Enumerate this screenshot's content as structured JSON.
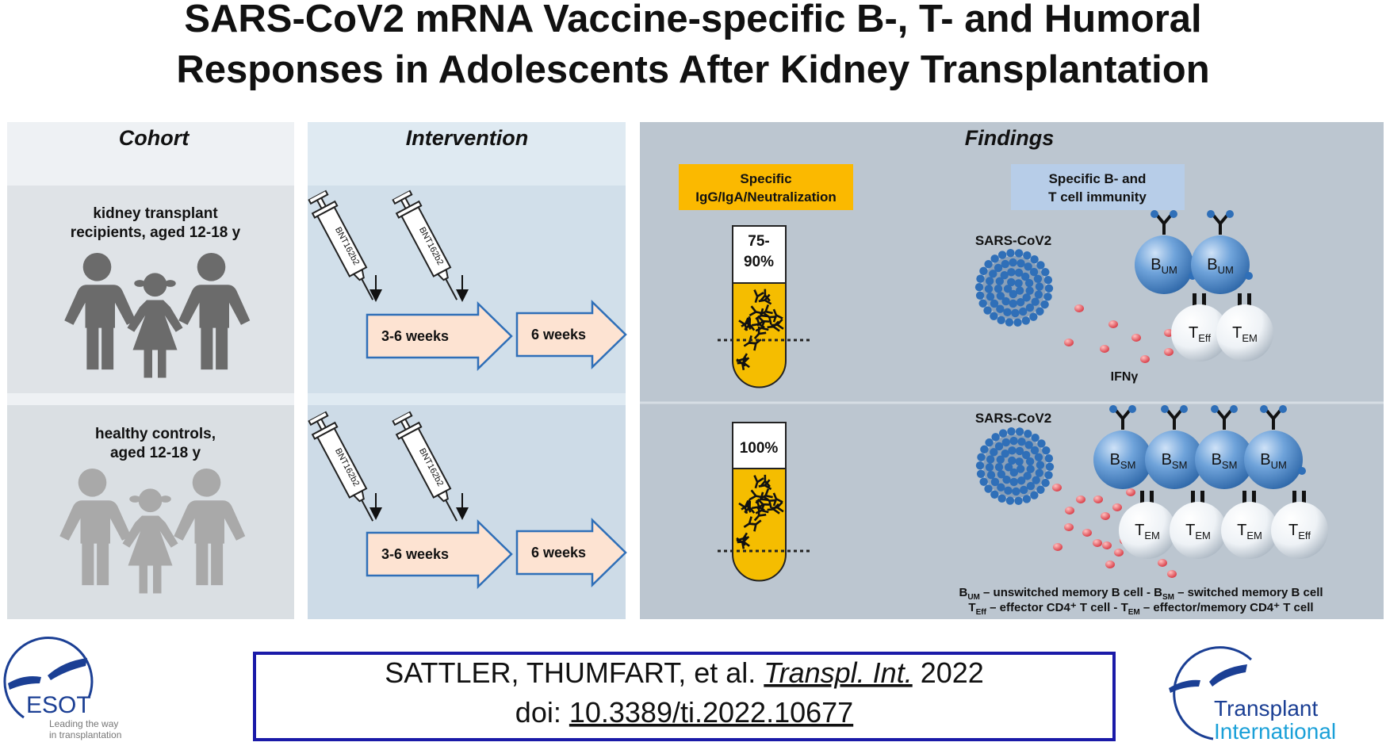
{
  "title": {
    "line1": "SARS-CoV2 mRNA Vaccine-specific B-, T- and Humoral",
    "line2": "Responses in Adolescents After Kidney Transplantation"
  },
  "cohort": {
    "header": "Cohort",
    "groups": [
      {
        "line1": "kidney transplant",
        "line2": "recipients,  aged 12-18 y"
      },
      {
        "line1": "healthy  controls,",
        "line2": "aged 12-18 y"
      }
    ]
  },
  "intervention": {
    "header": "Intervention",
    "vaccine_label": "BNT162b2",
    "arrow1": "3-6 weeks",
    "arrow2": "6 weeks"
  },
  "findings": {
    "header": "Findings",
    "humoral_label": {
      "line1": "Specific",
      "line2": "IgG/IgA/Neutralization"
    },
    "cellular_label": {
      "line1": "Specific  B- and",
      "line2": "T cell  immunity"
    },
    "virus_label": "SARS-CoV2",
    "ifn_label": "IFNγ",
    "row1": {
      "tube_value_line1": "75-",
      "tube_value_line2": "90%",
      "b_cells": [
        {
          "main": "B",
          "sub": "UM"
        },
        {
          "main": "B",
          "sub": "UM"
        }
      ],
      "t_cells": [
        {
          "main": "T",
          "sub": "Eff"
        },
        {
          "main": "T",
          "sub": "EM"
        }
      ]
    },
    "row2": {
      "tube_value": "100%",
      "b_cells": [
        {
          "main": "B",
          "sub": "SM"
        },
        {
          "main": "B",
          "sub": "SM"
        },
        {
          "main": "B",
          "sub": "SM"
        },
        {
          "main": "B",
          "sub": "UM"
        }
      ],
      "t_cells": [
        {
          "main": "T",
          "sub": "EM"
        },
        {
          "main": "T",
          "sub": "EM"
        },
        {
          "main": "T",
          "sub": "EM"
        },
        {
          "main": "T",
          "sub": "Eff"
        }
      ]
    },
    "legend": {
      "l1a_main": "B",
      "l1a_sub": "UM",
      "l1a_text": " – unswitched memory B cell  -  ",
      "l1b_main": "B",
      "l1b_sub": "SM",
      "l1b_text": " – switched memory B cell",
      "l2a_main": "T",
      "l2a_sub": "Eff",
      "l2a_text": " – effector CD4⁺ T cell  -  ",
      "l2b_main": "T",
      "l2b_sub": "EM",
      "l2b_text": " – effector/memory CD4⁺ T cell"
    }
  },
  "citation": {
    "authors": "SATTLER, THUMFART, et al. ",
    "journal": "Transpl. Int.",
    "year": " 2022",
    "doi_prefix": "doi: ",
    "doi": "10.3389/ti.2022.10677"
  },
  "logos": {
    "esot": {
      "name": "ESOT",
      "tagline1": "Leading the way",
      "tagline2": "in transplantation"
    },
    "ti": {
      "line1": "Transplant",
      "line2": "International"
    }
  },
  "colors": {
    "yellow": "#fbb900",
    "blue_label": "#b7cde8",
    "b_cell": "#4f8ccc",
    "arrow_stroke": "#2f6fb8",
    "arrow_fill": "#fde3d2",
    "logo_blue": "#1b3f94",
    "logo_cyan": "#1aa0d8"
  }
}
